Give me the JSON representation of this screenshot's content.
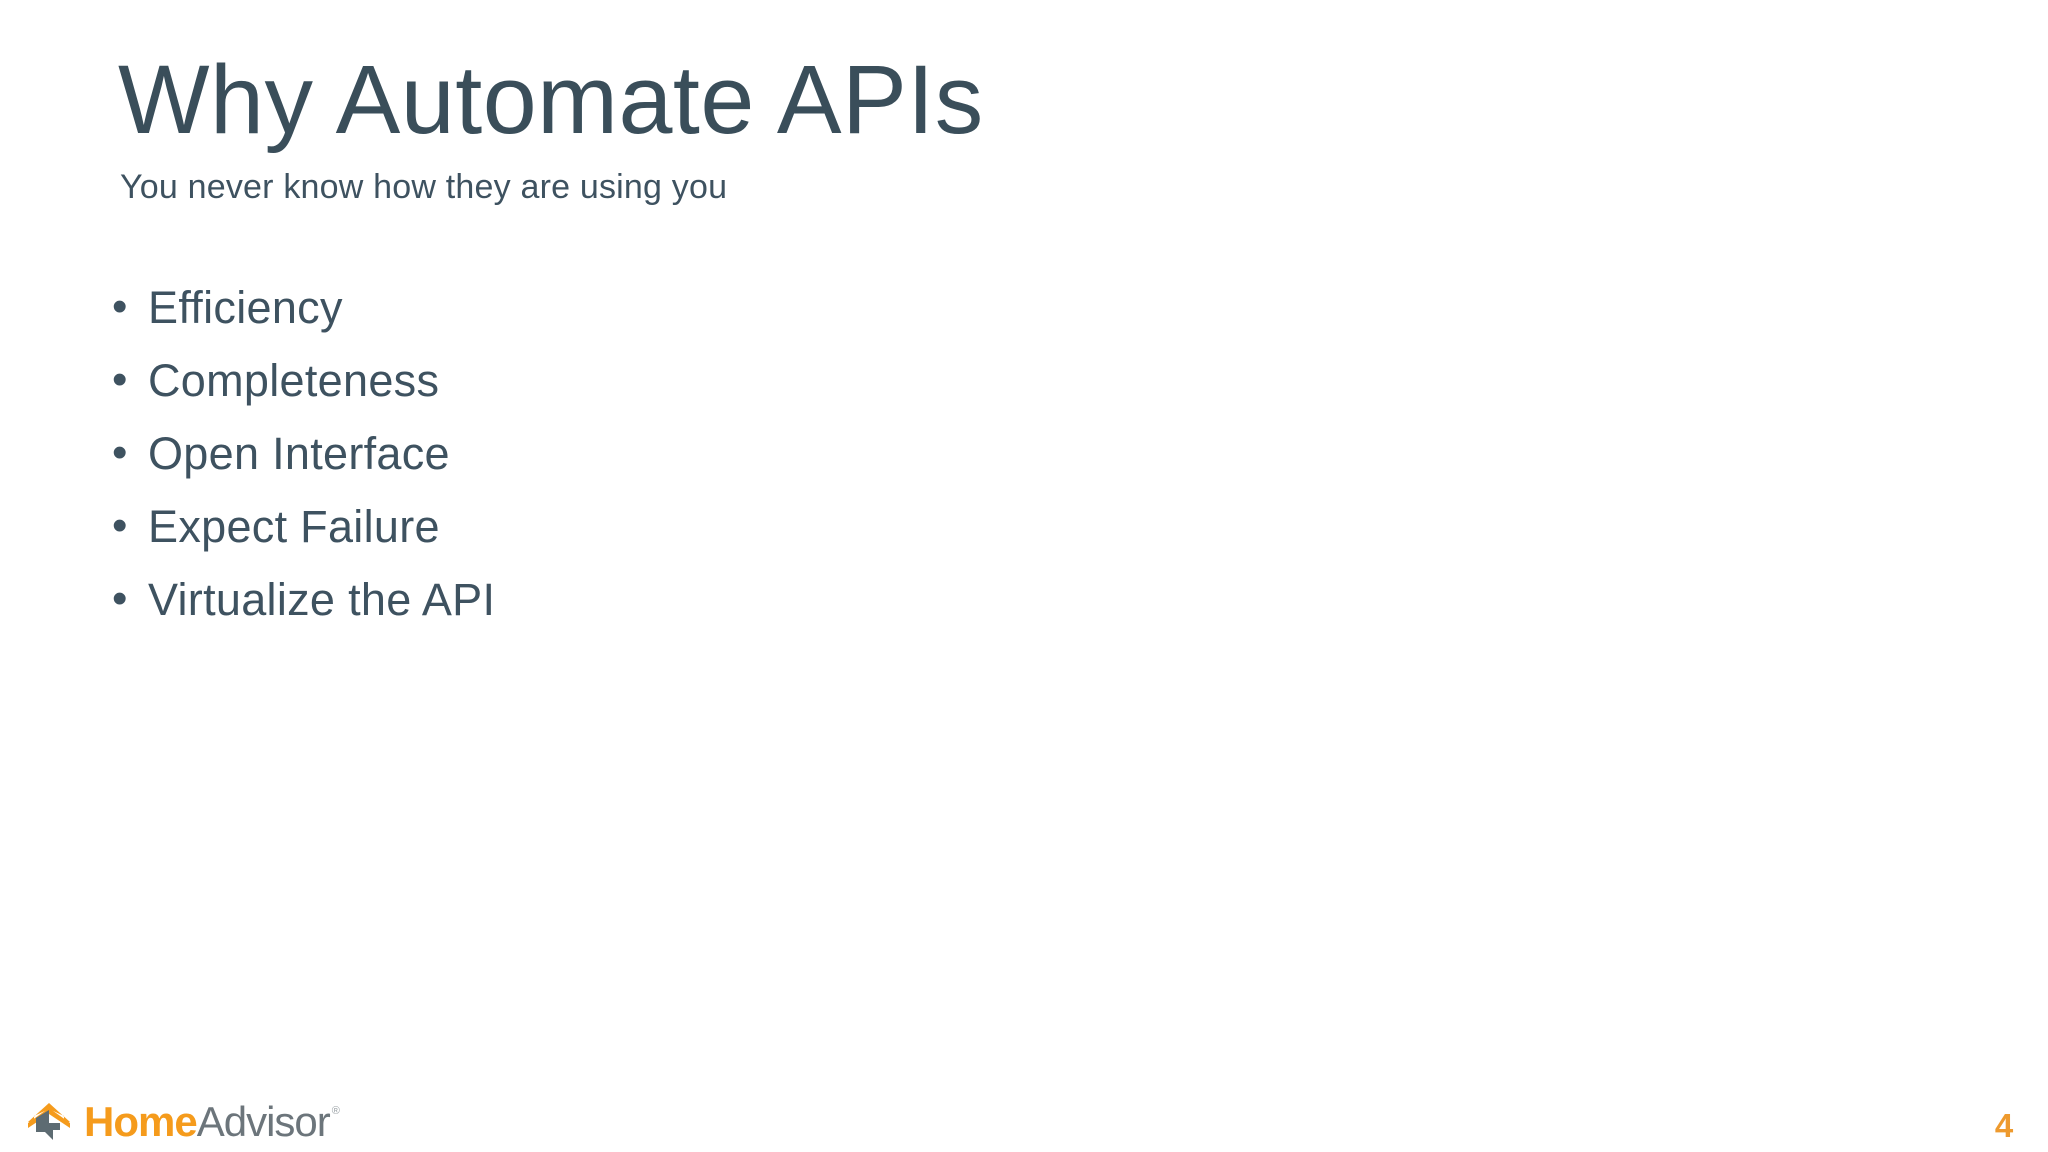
{
  "slide": {
    "title": "Why Automate APIs",
    "subtitle": "You never know how they are using you",
    "page_number": "4",
    "background_color": "#ffffff",
    "text_color": "#3e5260",
    "accent_color": "#F59B1C"
  },
  "bullets": [
    {
      "marker": "•",
      "label": "Efficiency"
    },
    {
      "marker": "•",
      "label": "Completeness"
    },
    {
      "marker": "•",
      "label": "Open Interface"
    },
    {
      "marker": "•",
      "label": "Expect Failure"
    },
    {
      "marker": "•",
      "label": "Virtualize the API"
    }
  ],
  "footer": {
    "logo": {
      "icon_name": "home-advisor-house-icon",
      "word_primary": "Home",
      "word_secondary": "Advisor",
      "registered_mark": "®",
      "primary_color": "#F59B1C",
      "secondary_color": "#6c757b",
      "house_roof_color": "#F59B1C",
      "house_body_color": "#5d6b72"
    }
  }
}
